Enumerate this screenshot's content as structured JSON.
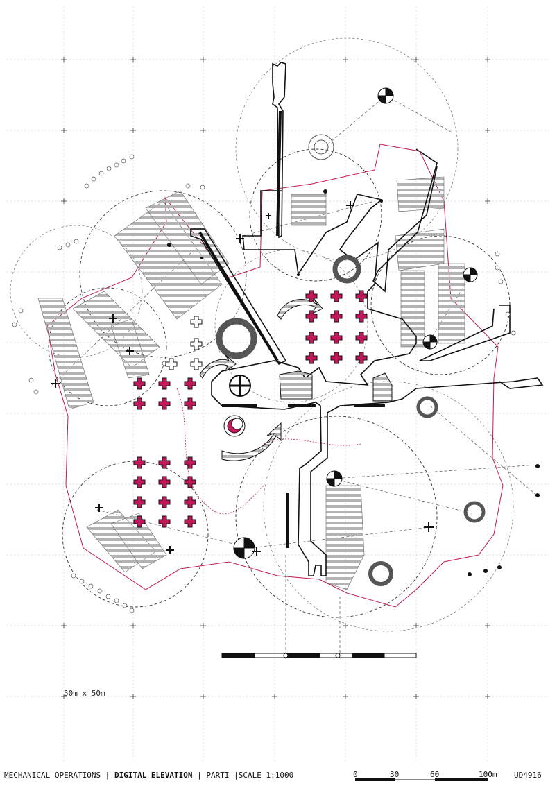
{
  "grid_note": "50m x 50m",
  "footer": {
    "part1": "MECHANICAL OPERATIONS",
    "sep1": " | ",
    "part2": "DIGITAL ELEVATION",
    "sep2": " | ",
    "part3": "PARTI",
    "sep3": " |",
    "part4": "SCALE 1:1000"
  },
  "scale_bar": {
    "ticks": [
      "0",
      "30",
      "60",
      "100m"
    ]
  },
  "drawing_code": "UD4916",
  "colors": {
    "accent": "#c2185b",
    "boundary": "#c2185b",
    "ink": "#111111",
    "hatch": "#9e9e9e",
    "grid": "#bdbdbd"
  }
}
